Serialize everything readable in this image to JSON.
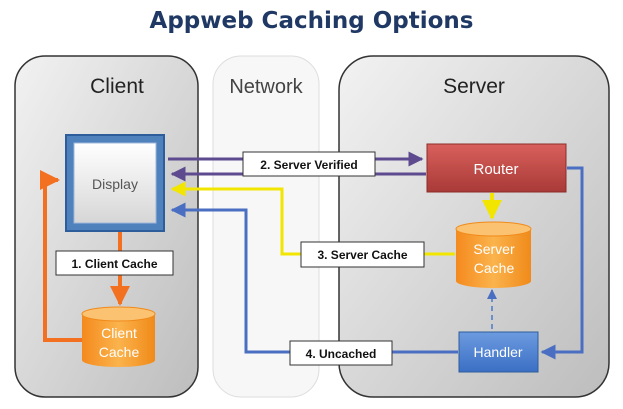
{
  "title": "Appweb Caching Options",
  "regions": {
    "client": "Client",
    "network": "Network",
    "server": "Server"
  },
  "nodes": {
    "display": "Display",
    "router": "Router",
    "server_cache_line1": "Server",
    "server_cache_line2": "Cache",
    "handler": "Handler",
    "client_cache_line1": "Client",
    "client_cache_line2": "Cache"
  },
  "labels": {
    "client_cache": "1. Client Cache",
    "server_verified": "2. Server Verified",
    "server_cache": "3. Server Cache",
    "uncached": "4. Uncached"
  },
  "colors": {
    "title": "#1f3864",
    "router": "#c0504d",
    "handler": "#4f81bd",
    "cache": "#f79646",
    "display_frame": "#4f81bd",
    "flow_client_cache": "#f37021",
    "flow_server_verified": "#5e4a8f",
    "flow_server_cache": "#f2e600",
    "flow_uncached": "#4a6fc2"
  }
}
